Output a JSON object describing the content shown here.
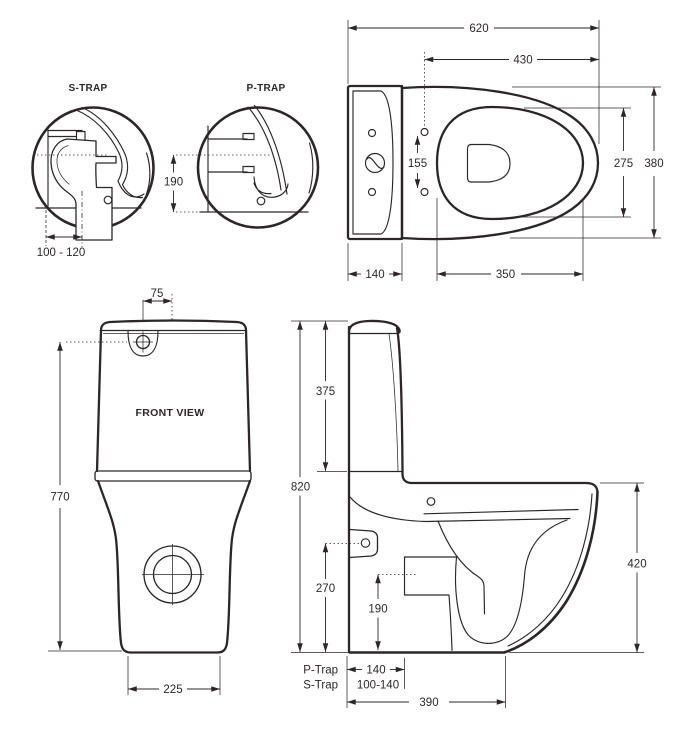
{
  "diagram": {
    "colors": {
      "line": "#2b2728",
      "background": "#ffffff"
    },
    "trap_details": {
      "s_trap": {
        "title": "S-TRAP",
        "floor_setout_range": "100 - 120"
      },
      "p_trap": {
        "title": "P-TRAP",
        "outlet_centre_height": "190"
      }
    },
    "top_view": {
      "overall_length": "620",
      "front_to_hinge": "430",
      "hinge_hole_spacing": "155",
      "seat_opening_width": "275",
      "overall_width": "380",
      "cistern_depth": "140",
      "seat_opening_length": "350"
    },
    "front_view": {
      "title": "FRONT VIEW",
      "button_offset": "75",
      "overall_height": "770",
      "base_width": "225"
    },
    "side_view": {
      "cistern_height": "375",
      "overall_height": "820",
      "water_inlet_height": "270",
      "outlet_centre_height": "190",
      "seat_height": "420",
      "p_trap_row_label": "P-Trap",
      "s_trap_row_label": "S-Trap",
      "p_trap_setout": "140",
      "s_trap_setout": "100-140",
      "overall_depth": "390"
    }
  }
}
